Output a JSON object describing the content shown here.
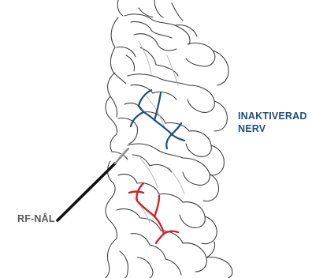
{
  "labels": {
    "nerve_line1": "INAKTIVERAD",
    "nerve_line2": "NERV",
    "needle": "RF-NÅL"
  },
  "colors": {
    "outline": "#3a3a3a",
    "outline_light": "#b9b9b9",
    "nerve_inactivated": "#1d4f7c",
    "nerve_active": "#d2232a",
    "needle": "#111111",
    "needle_tip": "#8a8a8a",
    "label_nerve": "#1d4f7c",
    "label_needle": "#5a5a5a"
  }
}
